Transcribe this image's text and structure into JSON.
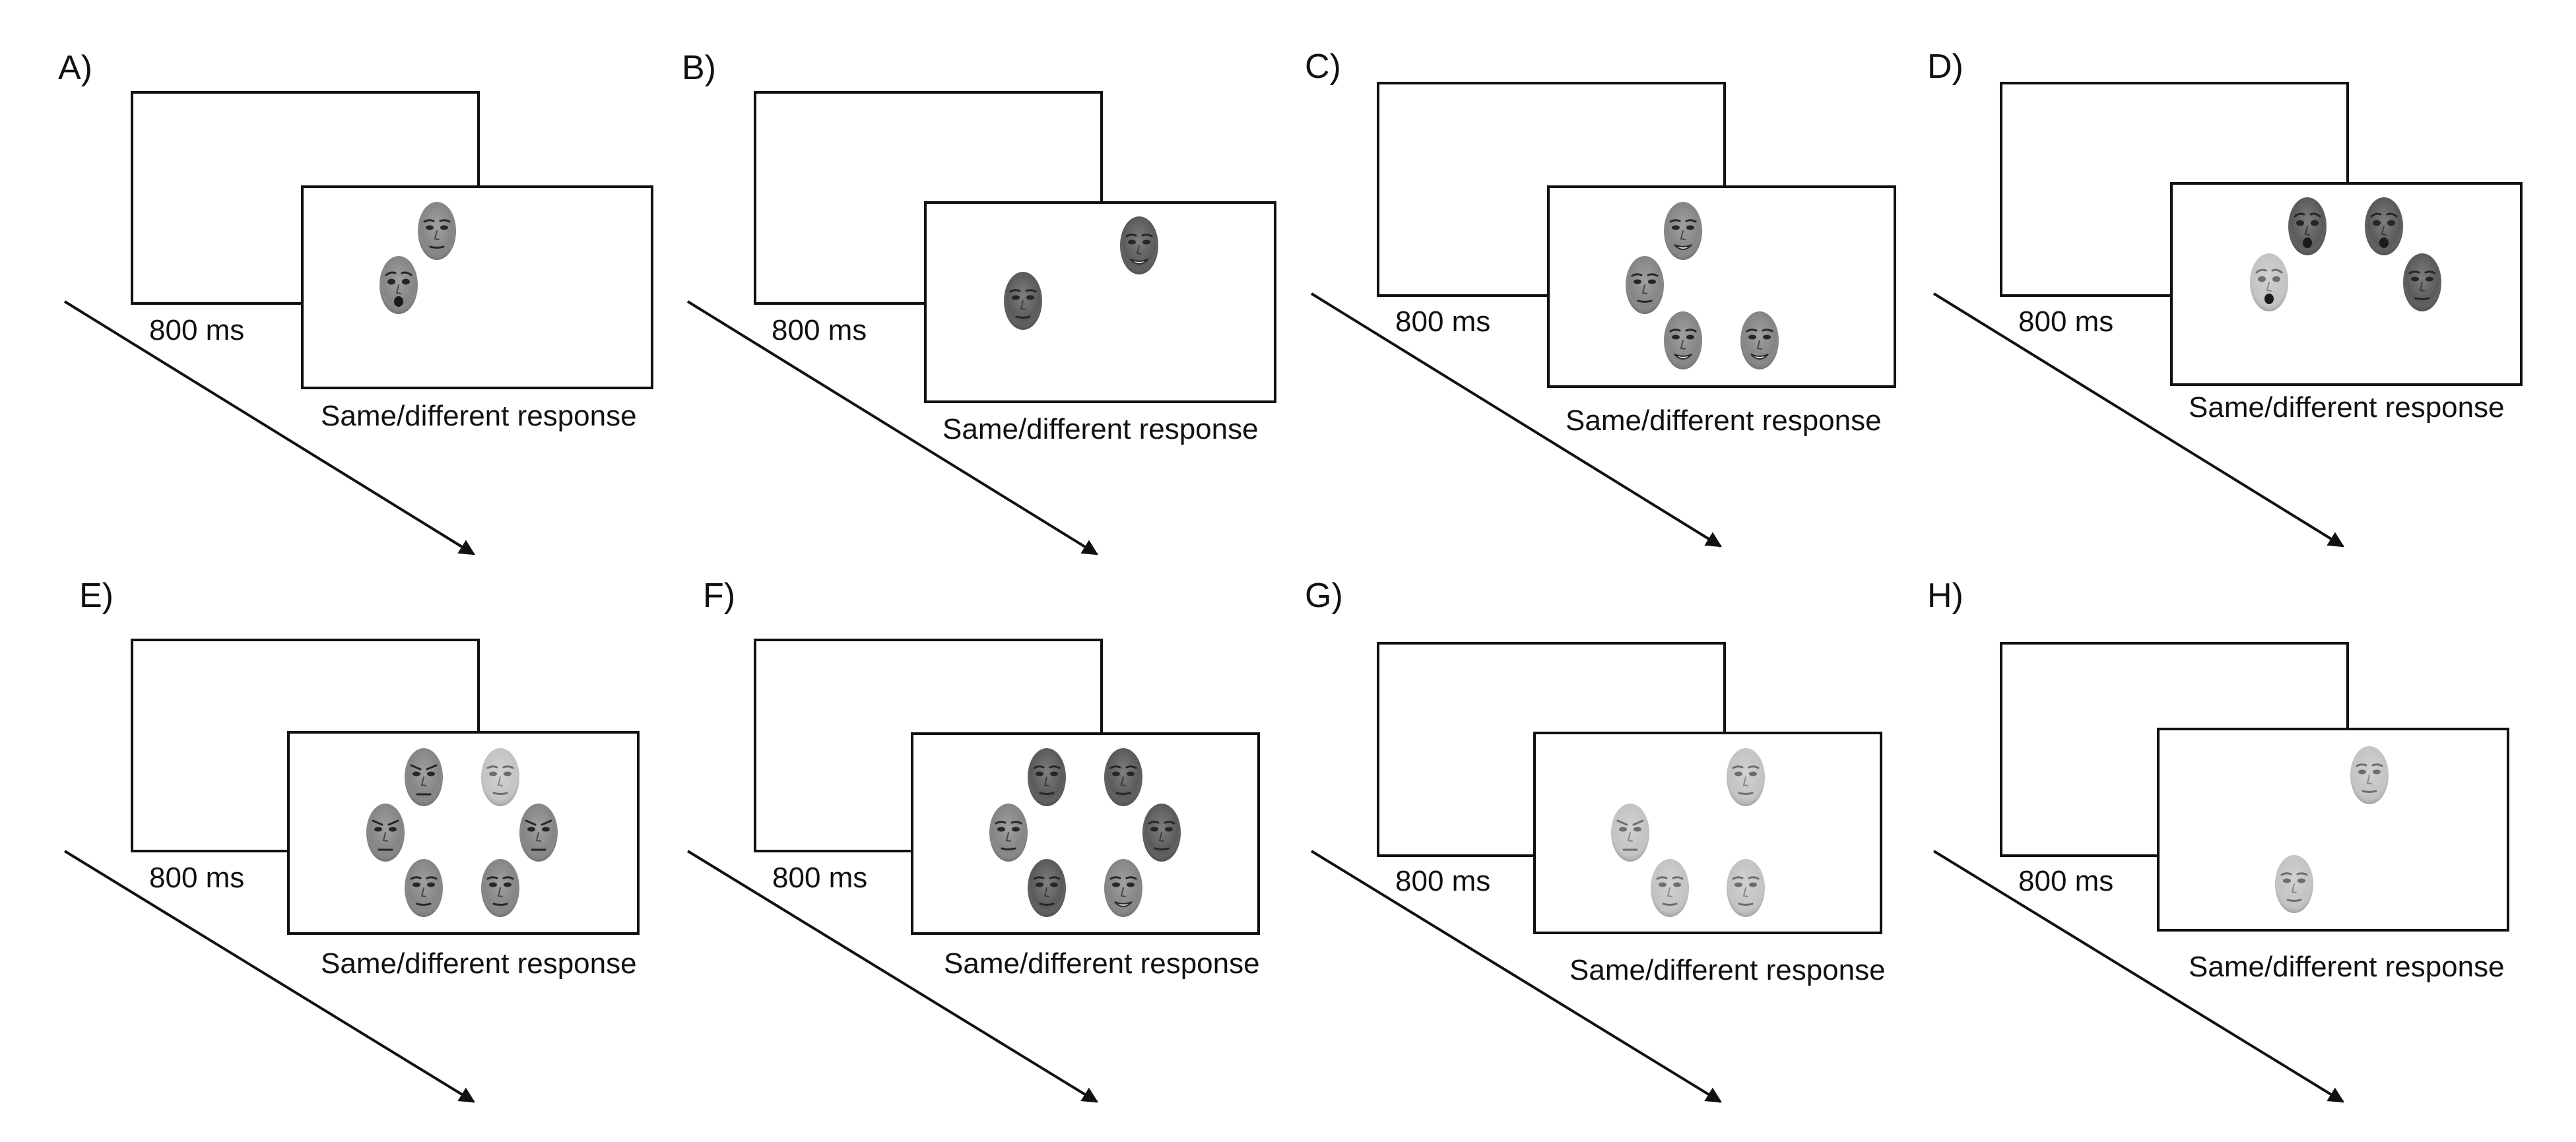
{
  "figure": {
    "duration_label": "800 ms",
    "response_label": "Same/different response",
    "panels": [
      {
        "letter": "A)",
        "faces": [
          {
            "tone": "gray",
            "expression": "neutral"
          },
          {
            "tone": "gray",
            "expression": "fear"
          }
        ]
      },
      {
        "letter": "B)",
        "faces": [
          {
            "tone": "dark",
            "expression": "happy"
          },
          {
            "tone": "dark",
            "expression": "neutral"
          }
        ]
      },
      {
        "letter": "C)",
        "faces": [
          {
            "tone": "gray",
            "expression": "happy"
          },
          {
            "tone": "gray",
            "expression": "neutral"
          },
          {
            "tone": "gray",
            "expression": "happy"
          },
          {
            "tone": "gray",
            "expression": "happy"
          }
        ]
      },
      {
        "letter": "D)",
        "faces": [
          {
            "tone": "dark",
            "expression": "fear"
          },
          {
            "tone": "dark",
            "expression": "fear"
          },
          {
            "tone": "light",
            "expression": "fear"
          },
          {
            "tone": "dark",
            "expression": "neutral"
          }
        ]
      },
      {
        "letter": "E)",
        "faces": [
          {
            "tone": "gray",
            "expression": "angry"
          },
          {
            "tone": "light",
            "expression": "neutral"
          },
          {
            "tone": "gray",
            "expression": "angry"
          },
          {
            "tone": "gray",
            "expression": "angry"
          },
          {
            "tone": "gray",
            "expression": "neutral"
          },
          {
            "tone": "gray",
            "expression": "neutral"
          }
        ]
      },
      {
        "letter": "F)",
        "faces": [
          {
            "tone": "dark",
            "expression": "neutral"
          },
          {
            "tone": "dark",
            "expression": "neutral"
          },
          {
            "tone": "gray",
            "expression": "neutral"
          },
          {
            "tone": "dark",
            "expression": "neutral"
          },
          {
            "tone": "dark",
            "expression": "neutral"
          },
          {
            "tone": "gray",
            "expression": "happy"
          }
        ]
      },
      {
        "letter": "G)",
        "faces": [
          {
            "tone": "light",
            "expression": "neutral"
          },
          {
            "tone": "light",
            "expression": "angry"
          },
          {
            "tone": "light",
            "expression": "neutral"
          },
          {
            "tone": "light",
            "expression": "neutral"
          }
        ]
      },
      {
        "letter": "H)",
        "faces": [
          {
            "tone": "light",
            "expression": "neutral"
          },
          {
            "tone": "light",
            "expression": "neutral"
          }
        ]
      }
    ],
    "colors": {
      "line": "#111111",
      "face_dark": "#5a5a5a",
      "face_gray": "#858585",
      "face_light": "#c4c4c4"
    }
  }
}
